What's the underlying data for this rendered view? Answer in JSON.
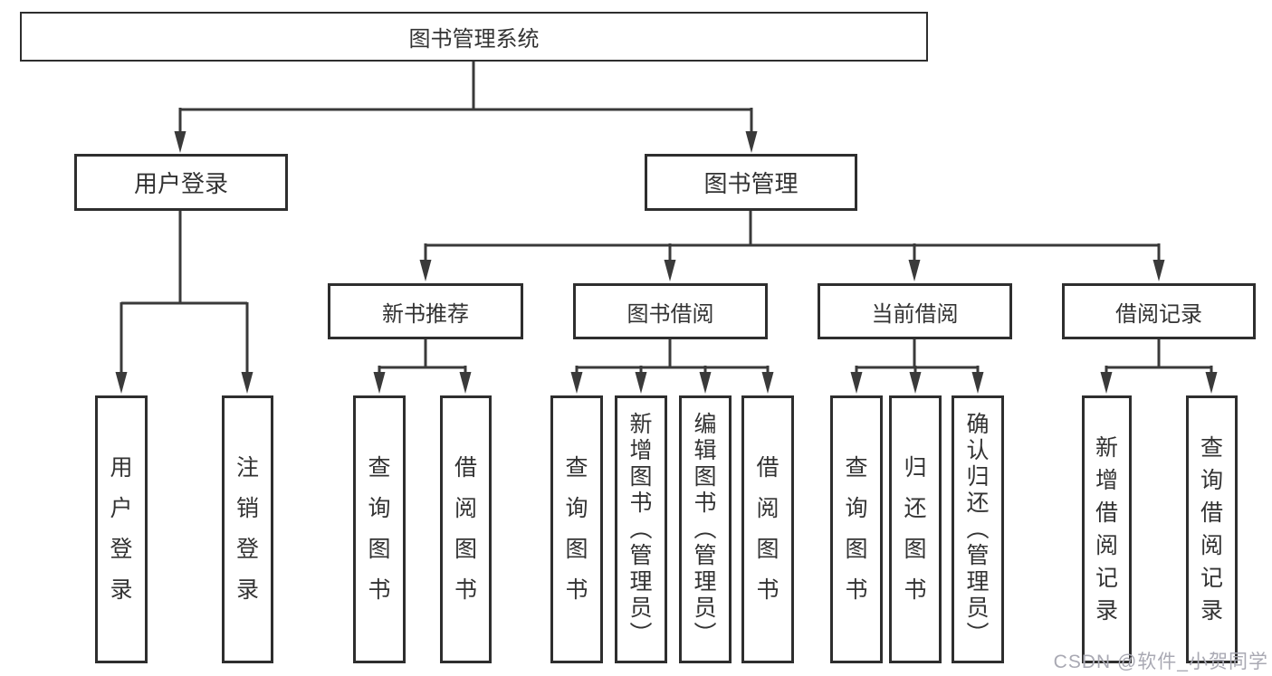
{
  "diagram": {
    "nodes": {
      "root": "图书管理系统",
      "level2": [
        "用户登录",
        "图书管理"
      ],
      "level3": [
        "新书推荐",
        "图书借阅",
        "当前借阅",
        "借阅记录"
      ],
      "leaves": [
        "用户登录",
        "注销登录",
        "查询图书",
        "借阅图书",
        "查询图书",
        "新增图书（管理员）",
        "编辑图书（管理员）",
        "借阅图书",
        "查询图书",
        "归还图书",
        "确认归还（管理员）",
        "新增借阅记录",
        "查询借阅记录"
      ]
    },
    "watermark": "CSDN @软件_小贺同学",
    "colors": {
      "line": "#3a3a3a",
      "border": "#2e2e2e",
      "text": "#333333",
      "watermark": "#a9a9b3",
      "background": "#ffffff"
    }
  }
}
